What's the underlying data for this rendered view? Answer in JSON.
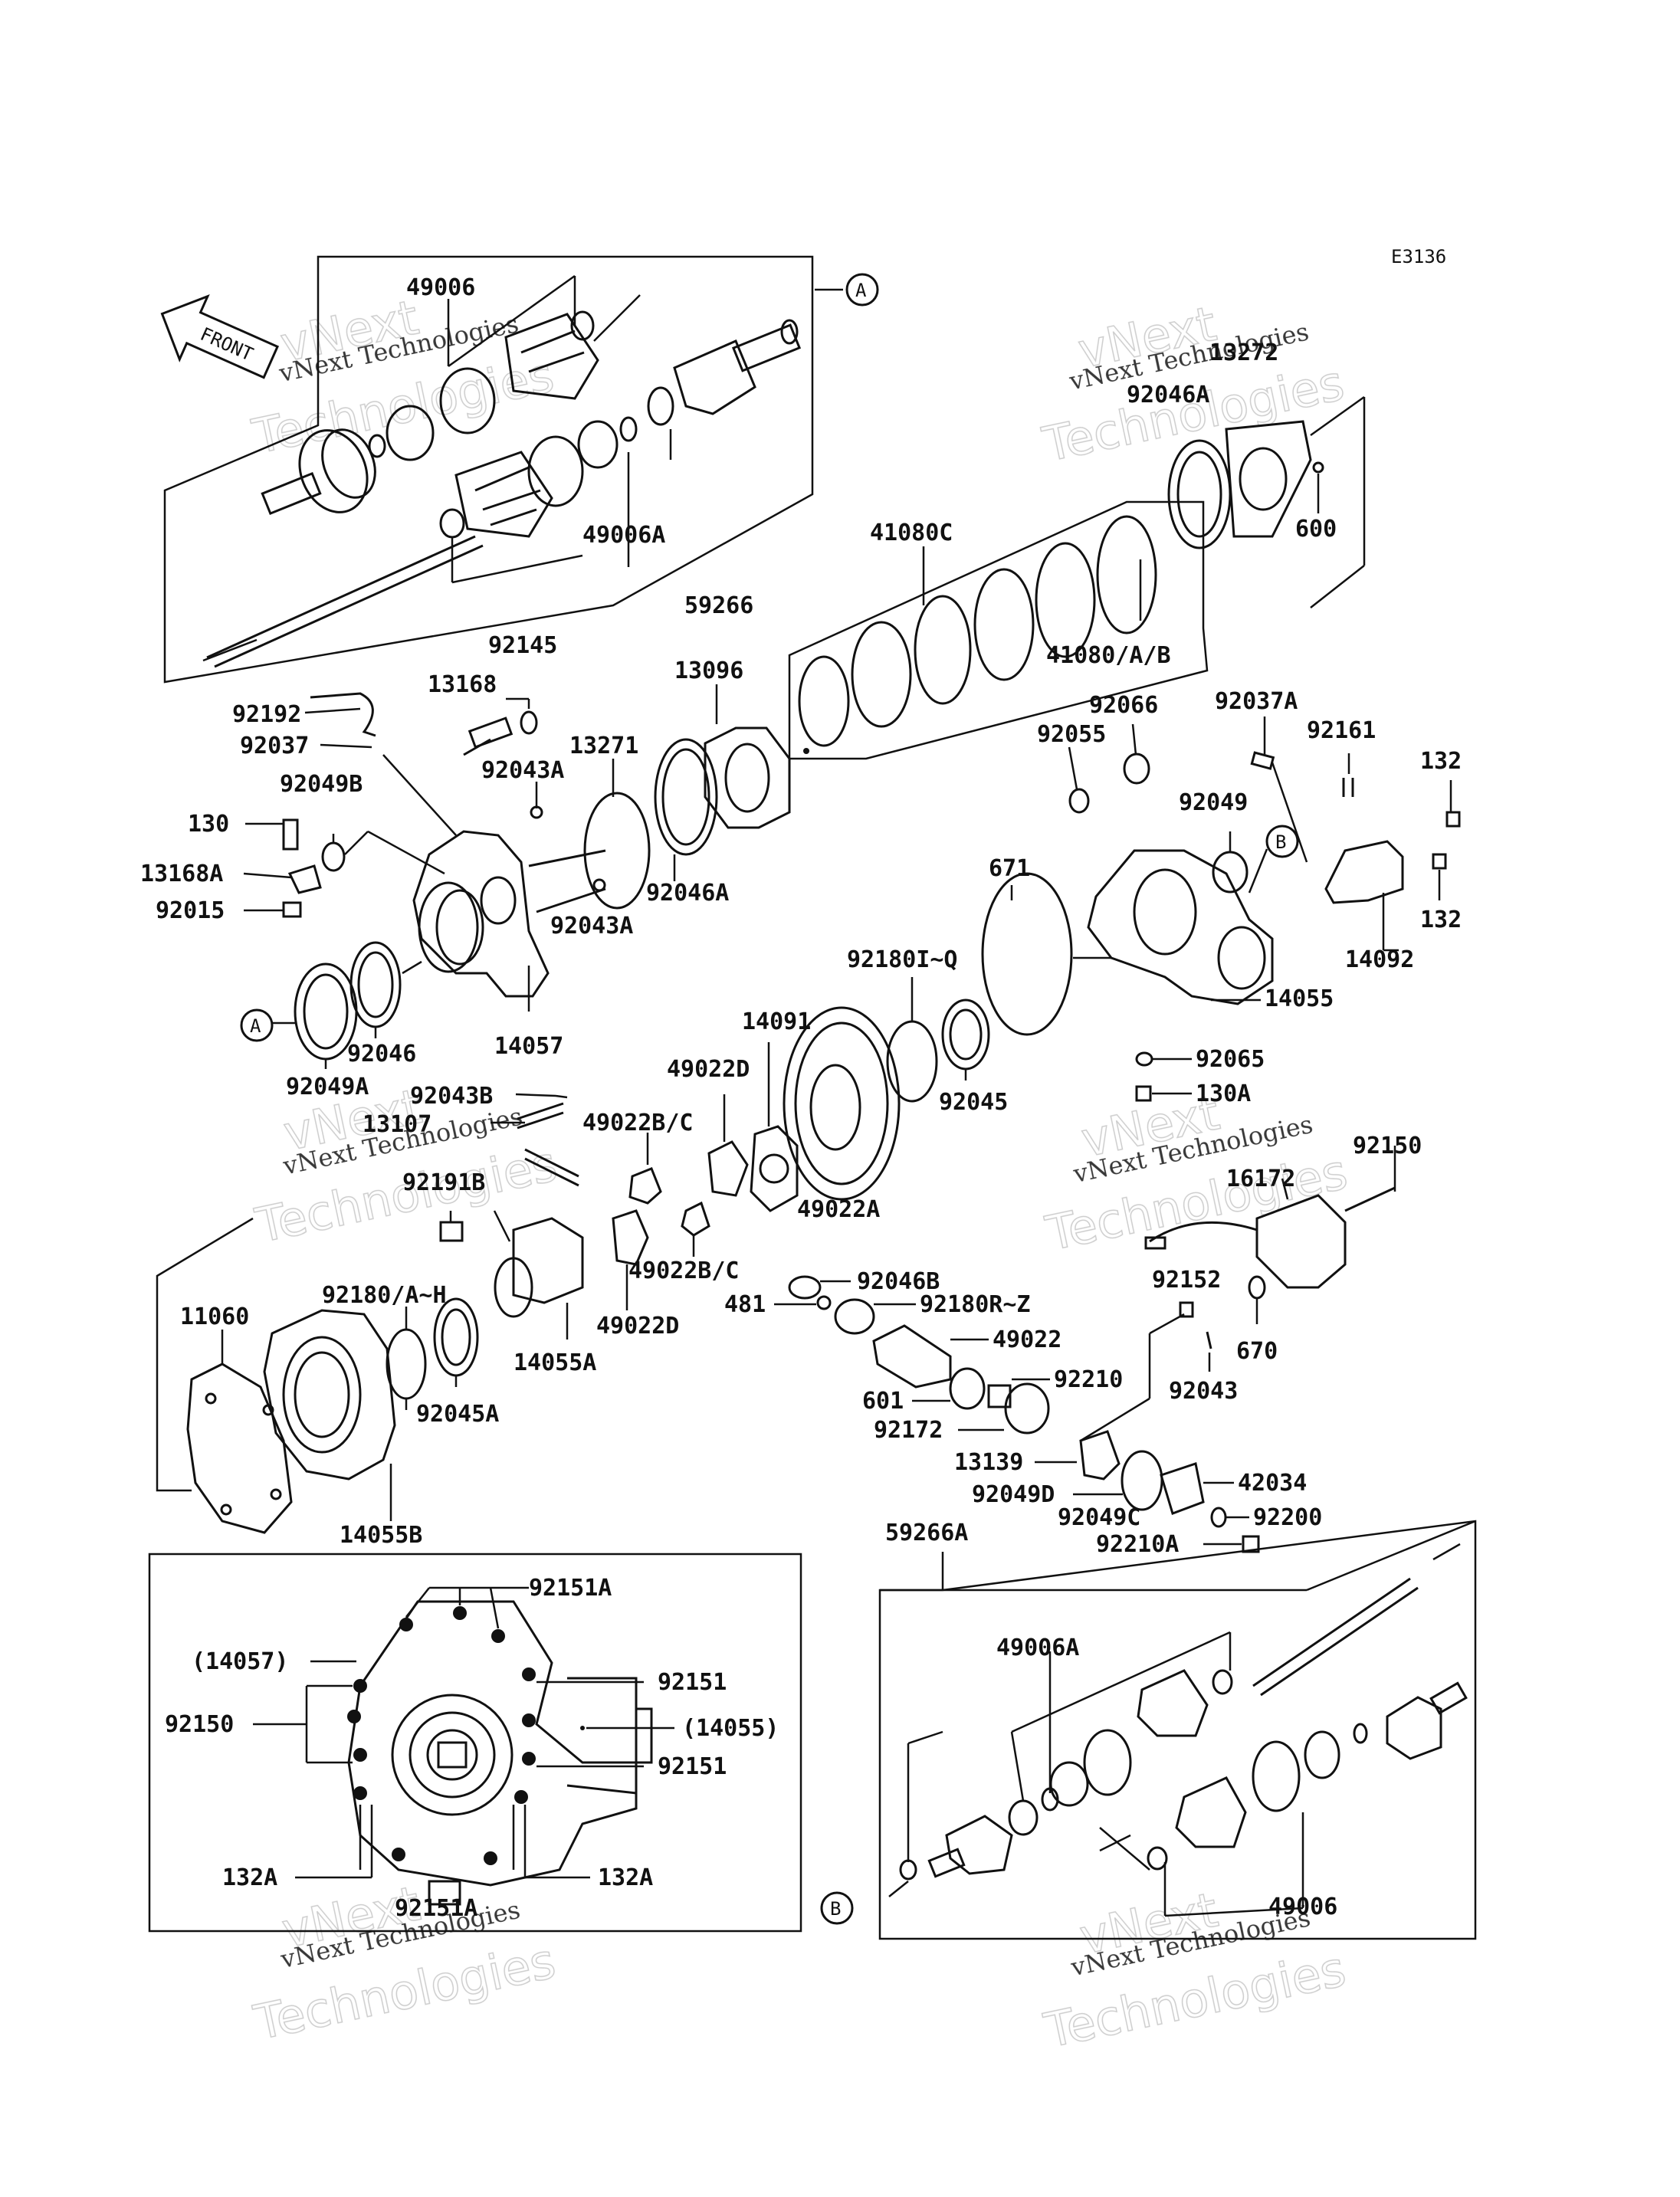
{
  "diagram_code": "E3136",
  "front_label": "FRONT",
  "callouts": {
    "a": "A",
    "b": "B"
  },
  "watermark": {
    "line1": "vNext Technologies",
    "line2": "vNext",
    "line3": "Technologies"
  },
  "parts": {
    "p49006_top": "49006",
    "p49006a_top": "49006A",
    "p59266": "59266",
    "p13272": "13272",
    "p92046a_top": "92046A",
    "p600": "600",
    "p41080c": "41080C",
    "p41080ab": "41080/A/B",
    "p92145": "92145",
    "p13168": "13168",
    "p92192": "92192",
    "p92037": "92037",
    "p92043a_1": "92043A",
    "p13271": "13271",
    "p13096": "13096",
    "p92049b": "92049B",
    "p130": "130",
    "p13168a": "13168A",
    "p92015": "92015",
    "p92046a": "92046A",
    "p92043a_2": "92043A",
    "p92046": "92046",
    "p14057": "14057",
    "p92049a": "92049A",
    "p92066": "92066",
    "p92037a": "92037A",
    "p92055": "92055",
    "p92161": "92161",
    "p132_1": "132",
    "p92049": "92049",
    "p671": "671",
    "p132_2": "132",
    "p14092": "14092",
    "p14055": "14055",
    "p92180iq": "92180I~Q",
    "p14091": "14091",
    "p49022d_1": "49022D",
    "p92045": "92045",
    "p92065": "92065",
    "p130a": "130A",
    "p92043b": "92043B",
    "p13107": "13107",
    "p49022bc_1": "49022B/C",
    "p49022a": "49022A",
    "p92150_r": "92150",
    "p16172": "16172",
    "p92191b": "92191B",
    "p92180ah": "92180/A~H",
    "p11060": "11060",
    "p49022bc_2": "49022B/C",
    "p92046b": "92046B",
    "p481": "481",
    "p92180rz": "92180R~Z",
    "p49022d_2": "49022D",
    "p14055a": "14055A",
    "p92045a": "92045A",
    "p49022": "49022",
    "p92152": "92152",
    "p670": "670",
    "p92043": "92043",
    "p601": "601",
    "p92210": "92210",
    "p92172": "92172",
    "p13139": "13139",
    "p92049d": "92049D",
    "p42034": "42034",
    "p92049c": "92049C",
    "p92200": "92200",
    "p92210a": "92210A",
    "p14055b": "14055B",
    "p59266a": "59266A",
    "p92151a_top": "92151A",
    "p14057_paren": "(14057)",
    "p92151_1": "92151",
    "p92150_l": "92150",
    "p14055_paren": "(14055)",
    "p92151_2": "92151",
    "p132a_l": "132A",
    "p132a_r": "132A",
    "p92151a_bot": "92151A",
    "p49006a_bot": "49006A",
    "p49006_bot": "49006"
  }
}
